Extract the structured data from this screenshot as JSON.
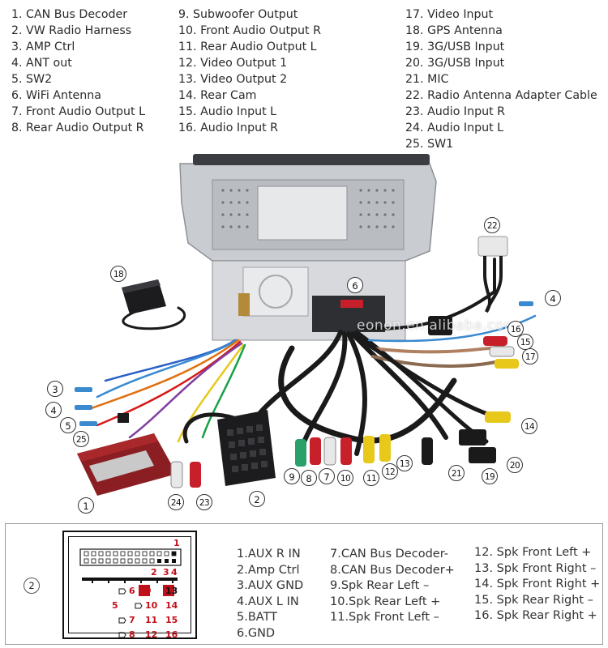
{
  "legend": {
    "col1": [
      "1. CAN Bus Decoder",
      "2. VW Radio Harness",
      "3. AMP Ctrl",
      "4. ANT out",
      "5. SW2",
      "6. WiFi Antenna",
      "7. Front Audio Output L",
      "8. Rear Audio Output R"
    ],
    "col2": [
      "9.  Subwoofer Output",
      "10. Front Audio Output R",
      "11. Rear Audio Output L",
      "12. Video Output 1",
      "13. Video Output 2",
      "14.  Rear Cam",
      "15. Audio Input L",
      "16. Audio Input R"
    ],
    "col3": [
      "17. Video Input",
      "18. GPS Antenna",
      "19. 3G/USB Input",
      "20. 3G/USB Input",
      "21. MIC",
      "22. Radio Antenna Adapter Cable",
      "23. Audio Input R",
      "24. Audio Input L",
      "25. SW1"
    ]
  },
  "photo": {
    "watermark": "eonon.en.alibaba.com",
    "callouts": [
      "1",
      "2",
      "3",
      "4",
      "4",
      "5",
      "6",
      "7",
      "8",
      "9",
      "10",
      "11",
      "12",
      "13",
      "14",
      "15",
      "16",
      "17",
      "18",
      "19",
      "20",
      "21",
      "22",
      "23",
      "24",
      "25"
    ]
  },
  "pin_panel": {
    "callout": "2",
    "connector": {
      "top_pin_labels": [
        "1",
        "2",
        "3",
        "4"
      ],
      "left_pin_labels": [
        "6",
        "5",
        "7",
        "8"
      ],
      "right_pin_labels": [
        "9",
        "13",
        "10",
        "14",
        "11",
        "15",
        "12",
        "16"
      ]
    },
    "col1": [
      "1.AUX R IN",
      "2.Amp Ctrl",
      "3.AUX GND",
      "4.AUX L IN",
      "5.BATT",
      "6.GND"
    ],
    "col2": [
      "7.CAN Bus Decoder-",
      "8.CAN Bus Decoder+",
      "9.Spk Rear Left –",
      "10.Spk Rear Left +",
      "11.Spk Front Left –"
    ],
    "col3": [
      "12. Spk Front Left +",
      "13. Spk Front Right –",
      "14. Spk Front Right +",
      "15. Spk Rear Right –",
      "16. Spk Rear Right +"
    ]
  },
  "colors": {
    "pin_red": "#c0101a",
    "decoder_red": "#8b1e22",
    "rca_red": "#c8202a",
    "rca_white": "#e8e8e8",
    "rca_yellow": "#e8c81a",
    "rca_green": "#2aa06a",
    "wire_black": "#1a1a1a",
    "device_silver": "#c9ccd0"
  }
}
